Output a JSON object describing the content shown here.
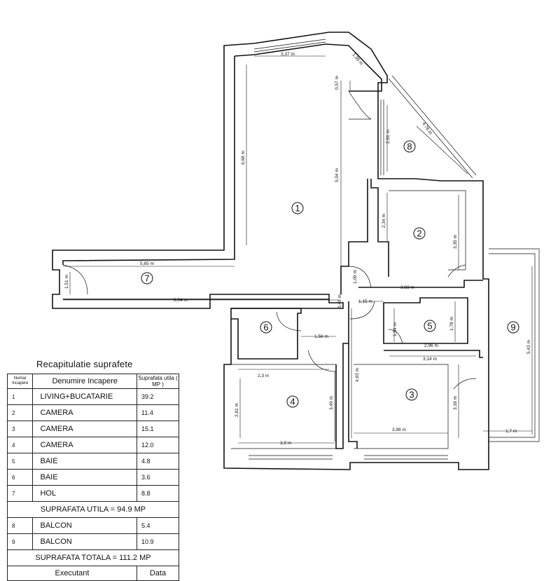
{
  "rooms": [
    "1",
    "2",
    "3",
    "4",
    "5",
    "6",
    "7",
    "8",
    "9"
  ],
  "dimensions": {
    "d1": "3,37 m",
    "d2": "1,39 m",
    "d3": "0,57 m",
    "d4": "2,91 m",
    "d5": "4,76 m",
    "d6": "6,68 m",
    "d7": "5,04 m",
    "d8": "2,34 m",
    "d9": "3,35 m",
    "d10": "5,85 m",
    "d11": "1,51 m",
    "d12": "8,04 m",
    "d13": "1,09 m",
    "d14": "3,93 m",
    "d15": "3,45 m",
    "d16": "1,15 m",
    "d17": "1,54 m",
    "d18": "1,78 m",
    "d19": "1,56 m",
    "d20": "2,96 m",
    "d21": "3,14 m",
    "d22": "4,93 m",
    "d23": "5,43 m",
    "d24": "2,3 m",
    "d25": "2,81 m",
    "d26": "3,49 m",
    "d27": "3,18 m",
    "d28": "3,98 m",
    "d29": "1,7 m",
    "d30": "3,9 m"
  },
  "recap": {
    "title": "Recapitulatie suprafete",
    "header": {
      "num": "Numar Incapere",
      "name": "Denumire Incapere",
      "area": "Suprafata utila ( MP )"
    },
    "rows": [
      {
        "num": "1",
        "name": "LIVING+BUCATARIE",
        "area": "39.2"
      },
      {
        "num": "2",
        "name": "CAMERA",
        "area": "11.4"
      },
      {
        "num": "3",
        "name": "CAMERA",
        "area": "15.1"
      },
      {
        "num": "4",
        "name": "CAMERA",
        "area": "12.0"
      },
      {
        "num": "5",
        "name": "BAIE",
        "area": "4.8"
      },
      {
        "num": "6",
        "name": "BAIE",
        "area": "3.6"
      },
      {
        "num": "7",
        "name": "HOL",
        "area": "8.8"
      }
    ],
    "utila": "SUPRAFATA UTILA = 94.9 MP",
    "balcony_rows": [
      {
        "num": "8",
        "name": "BALCON",
        "area": "5.4"
      },
      {
        "num": "9",
        "name": "BALCON",
        "area": "10.9"
      }
    ],
    "totala": "SUPRAFATA  TOTALA = 111.2 MP",
    "executant": "Executant",
    "data": "Data"
  }
}
